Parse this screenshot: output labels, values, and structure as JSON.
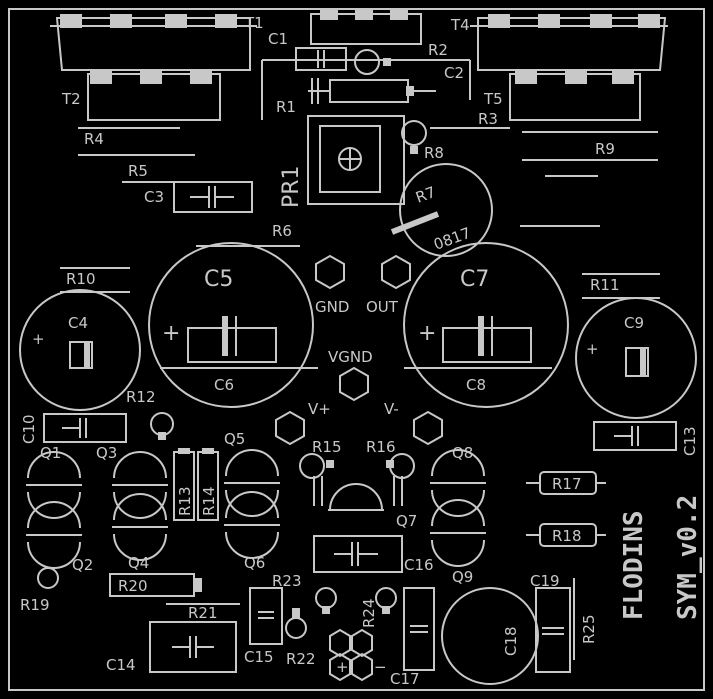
{
  "labels": {
    "T1": "T1",
    "T2": "T2",
    "T4": "T4",
    "T5": "T5",
    "C1": "C1",
    "C2": "C2",
    "C3": "C3",
    "C4": "C4",
    "C5": "C5",
    "C6": "C6",
    "C7": "C7",
    "C8": "C8",
    "C9": "C9",
    "C10": "C10",
    "C13": "C13",
    "C14": "C14",
    "C15": "C15",
    "C16": "C16",
    "C17": "C17",
    "C18": "C18",
    "C19": "C19",
    "R1": "R1",
    "R2": "R2",
    "R3": "R3",
    "R4": "R4",
    "R5": "R5",
    "R6": "R6",
    "R7": "R7",
    "R8": "R8",
    "R9": "R9",
    "R10": "R10",
    "R11": "R11",
    "R12": "R12",
    "R13": "R13",
    "R14": "R14",
    "R15": "R15",
    "R16": "R16",
    "R17": "R17",
    "R18": "R18",
    "R19": "R19",
    "R20": "R20",
    "R21": "R21",
    "R22": "R22",
    "R23": "R23",
    "R24": "R24",
    "R25": "R25",
    "PR1": "PR1",
    "Q1": "Q1",
    "Q2": "Q2",
    "Q3": "Q3",
    "Q4": "Q4",
    "Q5": "Q5",
    "Q6": "Q6",
    "Q7": "Q7",
    "Q8": "Q8",
    "Q9": "Q9",
    "GND": "GND",
    "OUT": "OUT",
    "VGND": "VGND",
    "Vplus": "V+",
    "Vminus": "V-",
    "plus": "+",
    "minus": "−",
    "r7_code": "0817"
  },
  "title": {
    "line1": "FLODINS",
    "line2": "SYM_v0.2"
  },
  "colors": {
    "background": "#000000",
    "silkscreen": "#c8c8c8"
  }
}
